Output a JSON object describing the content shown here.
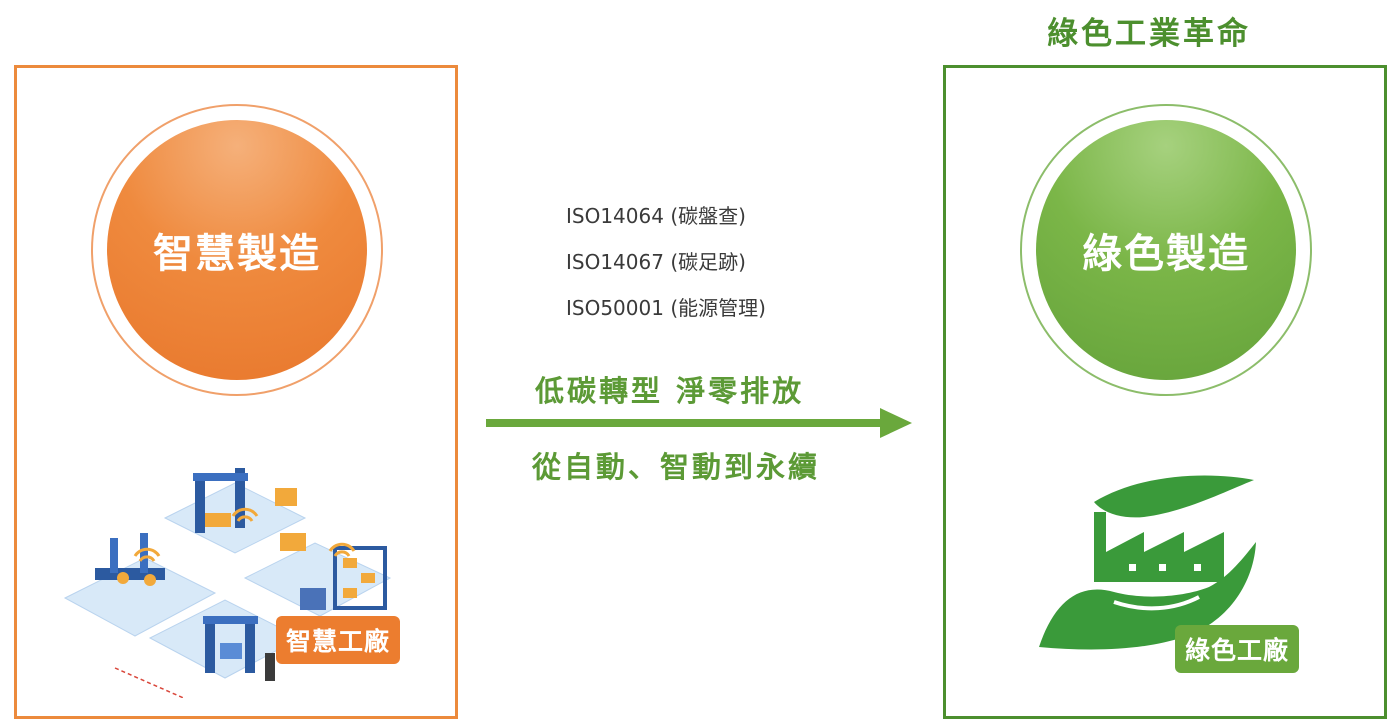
{
  "headline": "綠色工業革命",
  "left": {
    "circle_label": "智慧製造",
    "tag_label": "智慧工廠"
  },
  "right": {
    "circle_label": "綠色製造",
    "tag_label": "綠色工廠"
  },
  "standards": [
    "ISO14064 (碳盤查)",
    "ISO14067 (碳足跡)",
    "ISO50001 (能源管理)"
  ],
  "arrow_caption_top": "低碳轉型  淨零排放",
  "arrow_caption_bottom": "從自動、智動到永續",
  "colors": {
    "orange": "#ec8a3c",
    "green": "#4c8f2e",
    "light_green": "#6aa83c"
  },
  "icons": [
    "smart-factory-illustration",
    "green-factory-leaf-logo",
    "right-arrow-icon"
  ]
}
